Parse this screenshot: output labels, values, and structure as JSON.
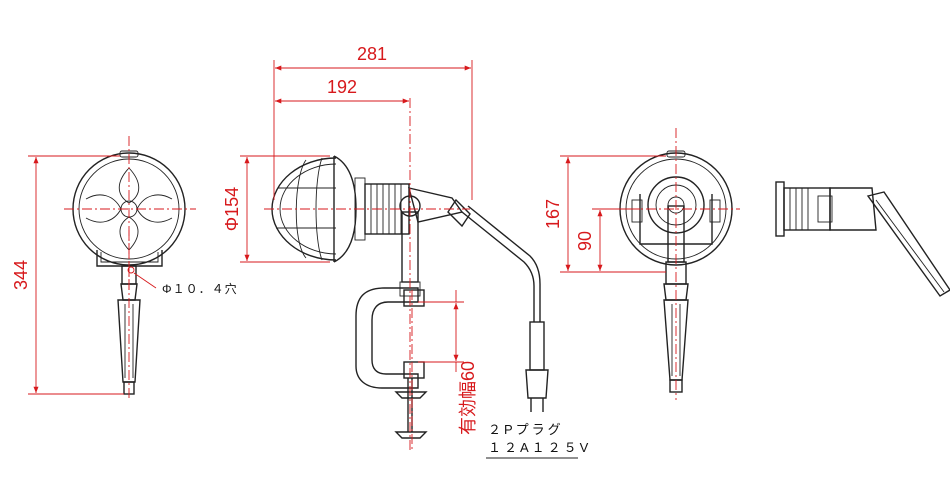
{
  "dimensions": {
    "total_height": "344",
    "total_depth": "281",
    "depth_to_clamp": "192",
    "lamp_diameter": "Φ154",
    "rear_height": "167",
    "pivot_height": "90",
    "clamp_opening": "有効幅60"
  },
  "notes": {
    "hole": "Φ１０．４穴",
    "plug_type": "２Pプラグ",
    "plug_rating": "１２A１２５V"
  },
  "colors": {
    "dimension": "#d7191c",
    "outline": "#222222"
  }
}
